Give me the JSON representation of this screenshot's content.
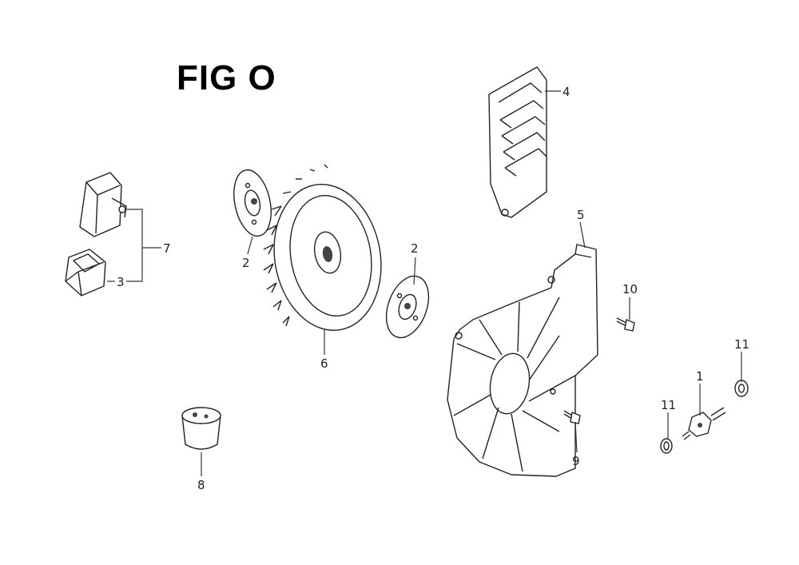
{
  "figure": {
    "title": "FIG O"
  },
  "callouts": [
    {
      "id": "c1",
      "text": "1"
    },
    {
      "id": "c2a",
      "text": "2"
    },
    {
      "id": "c2b",
      "text": "2"
    },
    {
      "id": "c3",
      "text": "3"
    },
    {
      "id": "c4",
      "text": "4"
    },
    {
      "id": "c5",
      "text": "5"
    },
    {
      "id": "c6",
      "text": "6"
    },
    {
      "id": "c7",
      "text": "7"
    },
    {
      "id": "c8",
      "text": "8"
    },
    {
      "id": "c9",
      "text": "9"
    },
    {
      "id": "c10",
      "text": "10"
    },
    {
      "id": "c11a",
      "text": "11"
    },
    {
      "id": "c11b",
      "text": "11"
    }
  ]
}
